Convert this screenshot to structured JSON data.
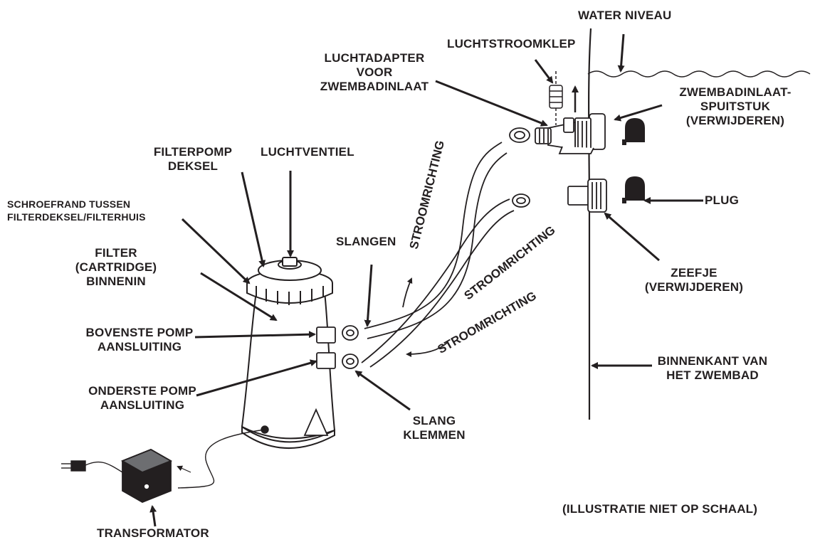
{
  "labels": {
    "water_level": "WATER NIVEAU",
    "air_flow_valve": "LUCHTSTROOMKLEP",
    "air_adapter_1": "LUCHTADAPTER",
    "air_adapter_2": "VOOR",
    "air_adapter_3": "ZWEMBADINLAAT",
    "inlet_nozzle_1": "ZWEMBADINLAAT-",
    "inlet_nozzle_2": "SPUITSTUK",
    "inlet_nozzle_3": "(VERWIJDEREN)",
    "pump_cover_1": "FILTERPOMP",
    "pump_cover_2": "DEKSEL",
    "air_vent": "LUCHTVENTIEL",
    "screw_rim_1": "SCHROEFRAND TUSSEN",
    "screw_rim_2": "FILTERDEKSEL/FILTERHUIS",
    "hoses": "SLANGEN",
    "flow_direction_top": "STROOMRICHTING",
    "flow_direction_mid": "STROOMRICHTING",
    "flow_direction_low": "STROOMRICHTING",
    "plug": "PLUG",
    "filter_1": "FILTER",
    "filter_2": "(CARTRIDGE)",
    "filter_3": "BINNENIN",
    "strainer_1": "ZEEFJE",
    "strainer_2": "(VERWIJDEREN)",
    "upper_conn_1": "BOVENSTE POMP",
    "upper_conn_2": "AANSLUITING",
    "lower_conn_1": "ONDERSTE POMP",
    "lower_conn_2": "AANSLUITING",
    "pool_wall_1": "BINNENKANT VAN",
    "pool_wall_2": "HET ZWEMBAD",
    "hose_clamps_1": "SLANG",
    "hose_clamps_2": "KLEMMEN",
    "transformer": "TRANSFORMATOR",
    "not_to_scale": "(ILLUSTRATIE NIET OP SCHAAL)"
  },
  "colors": {
    "ink": "#231f20",
    "paper": "#ffffff",
    "gray": "#6d6e71"
  }
}
